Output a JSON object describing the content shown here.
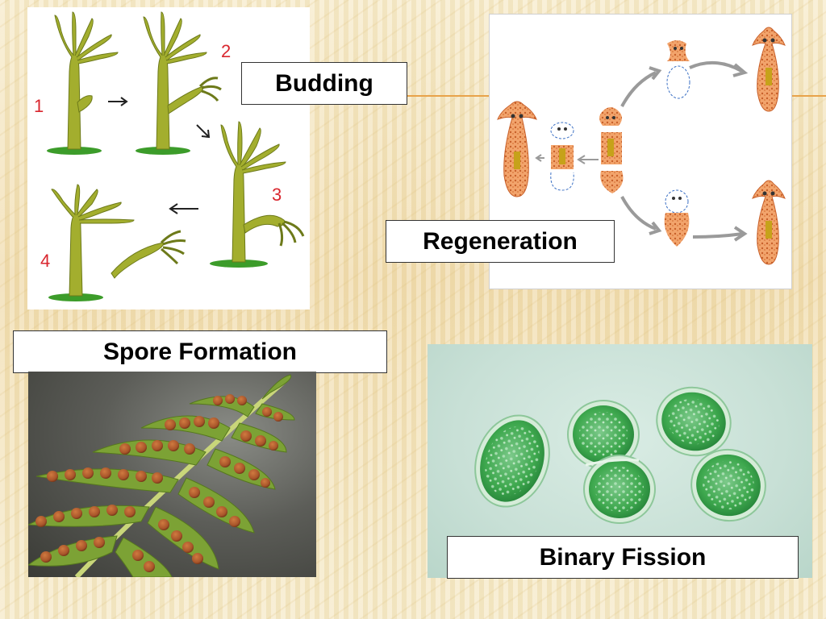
{
  "labels": {
    "budding": "Budding",
    "regeneration": "Regeneration",
    "spore_formation": "Spore Formation",
    "binary_fission": "Binary Fission"
  },
  "hydra_stage_numbers": [
    "1",
    "2",
    "3",
    "4"
  ],
  "colors": {
    "hydra_body": "#a3ae2e",
    "hydra_outline": "#6d7a1a",
    "ground": "#3c9c2a",
    "stage_number": "#d9262e",
    "planaria_body": "#e8864a",
    "planaria_spot": "#c6a21a",
    "arrow_gray": "#9a9a9a",
    "cell_green": "#3ea84e",
    "cell_bg": "#cfe6dc",
    "sorus_brown": "#a8552a",
    "frond_green": "#7ca235",
    "connector": "#e8a34a"
  }
}
